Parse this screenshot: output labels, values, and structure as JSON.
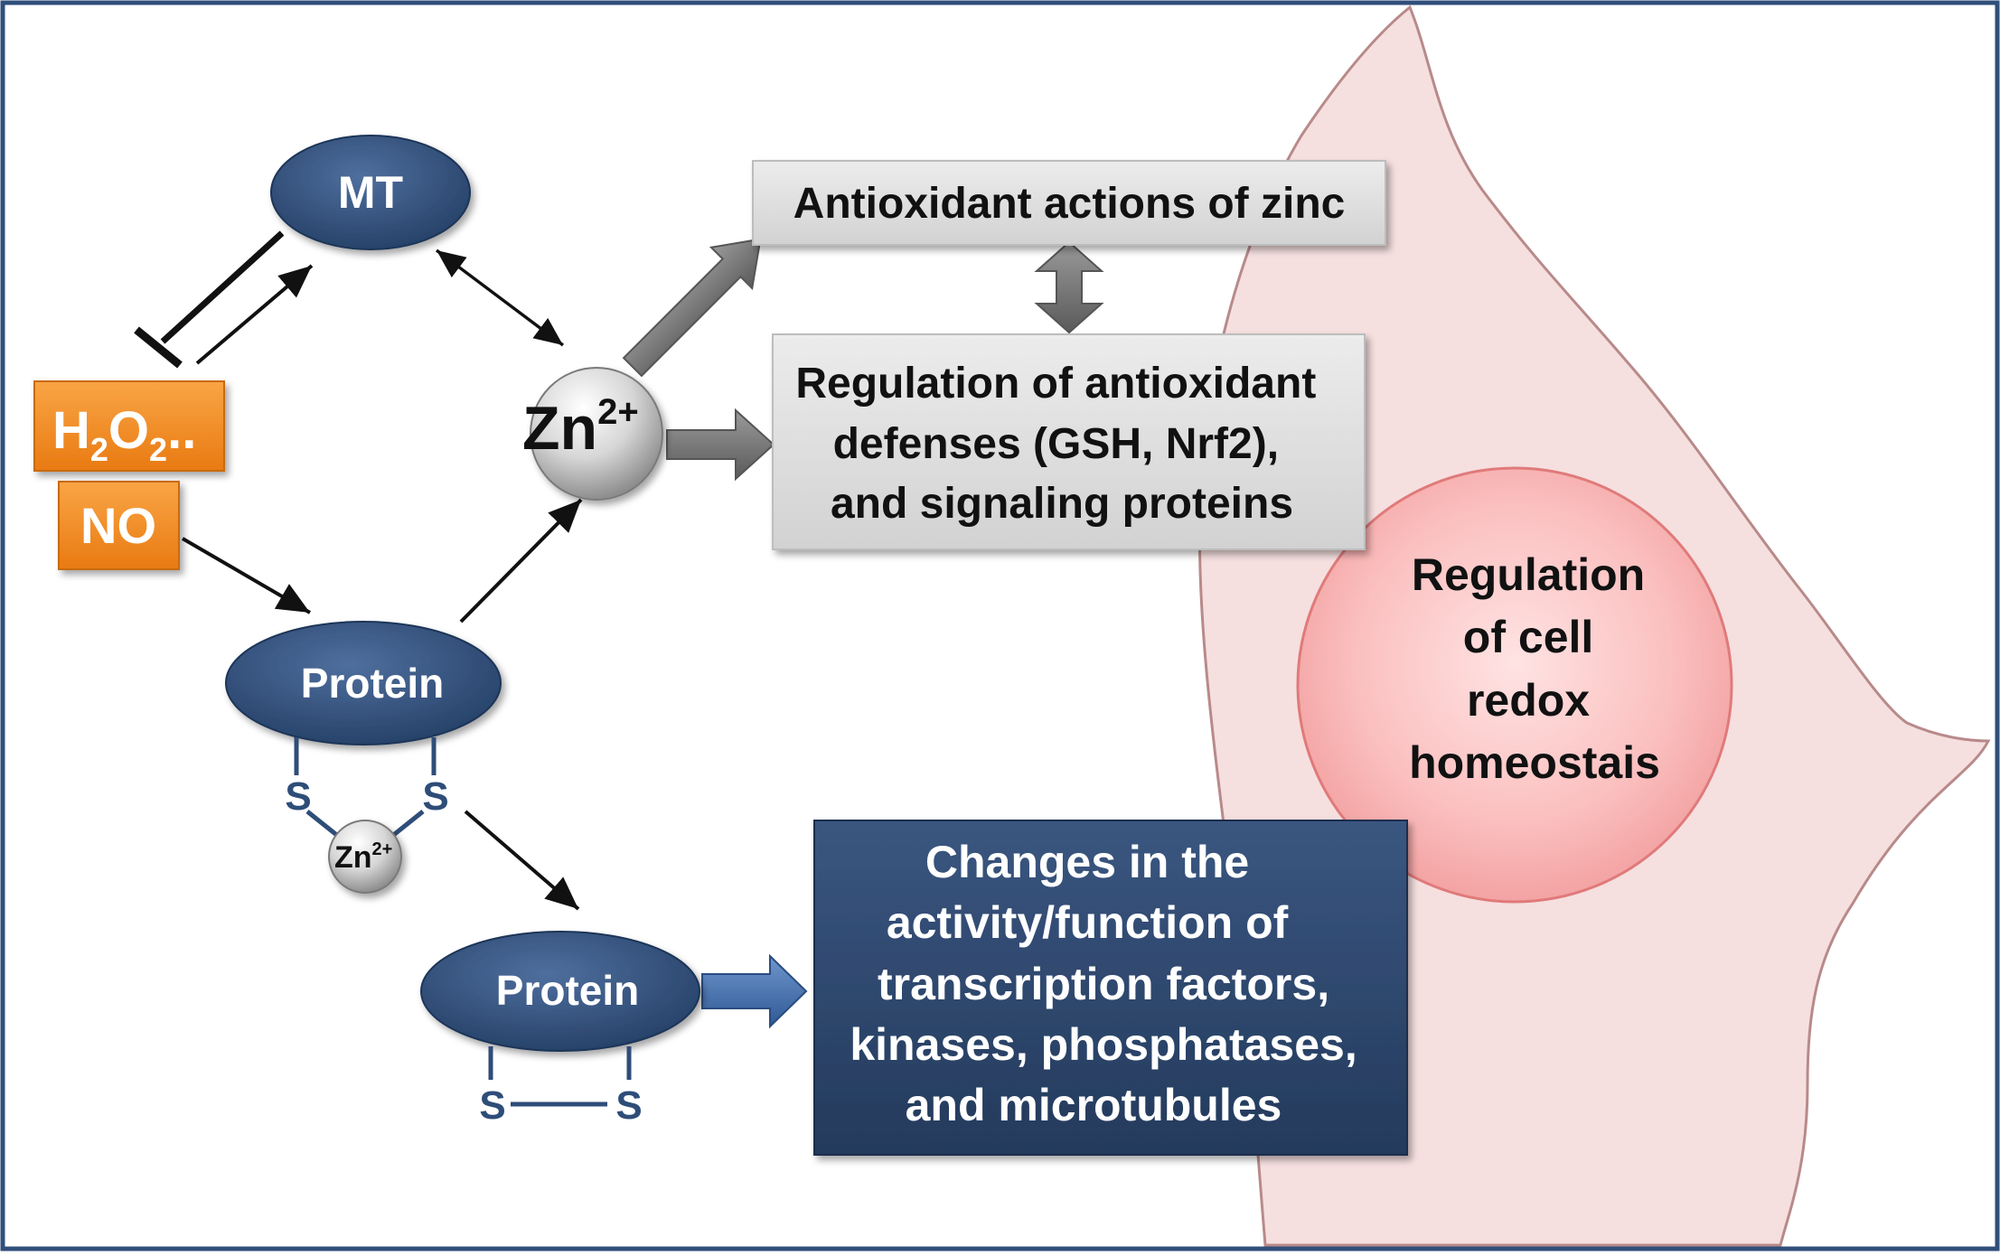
{
  "nodes": {
    "mt": "MT",
    "h2o2": {
      "h": "H",
      "sub1": "2",
      "o": "O",
      "sub2": "2",
      "dots": ".."
    },
    "no": "NO",
    "zinc_ion": {
      "base": "Zn",
      "sup": "2+"
    },
    "protein_top": "Protein",
    "protein_bottom": "Protein",
    "sulfur": "S",
    "zinc_small": {
      "base": "Zn",
      "sup": "2+"
    }
  },
  "boxes": {
    "antioxidant_actions": "Antioxidant actions of zinc",
    "regulation_defenses": [
      "Regulation of antioxidant",
      "defenses (GSH, Nrf2),",
      "and signaling proteins"
    ],
    "changes": [
      "Changes in the",
      "activity/function of",
      "transcription factors,",
      "kinases, phosphatases,",
      "and microtubules"
    ]
  },
  "cell": {
    "nucleus_label": [
      "Regulation",
      "of  cell",
      "redox",
      "homeostais"
    ]
  },
  "colors": {
    "frame": "#2f4e7a",
    "ellipse_navy": "#2e4d78",
    "orange": "#f28a24",
    "cell_fill": "#f6dfdf",
    "nucleus_fill": "#f8b5b5",
    "gray_box": "#dcdcdc",
    "navy_box": "#2e4466"
  }
}
